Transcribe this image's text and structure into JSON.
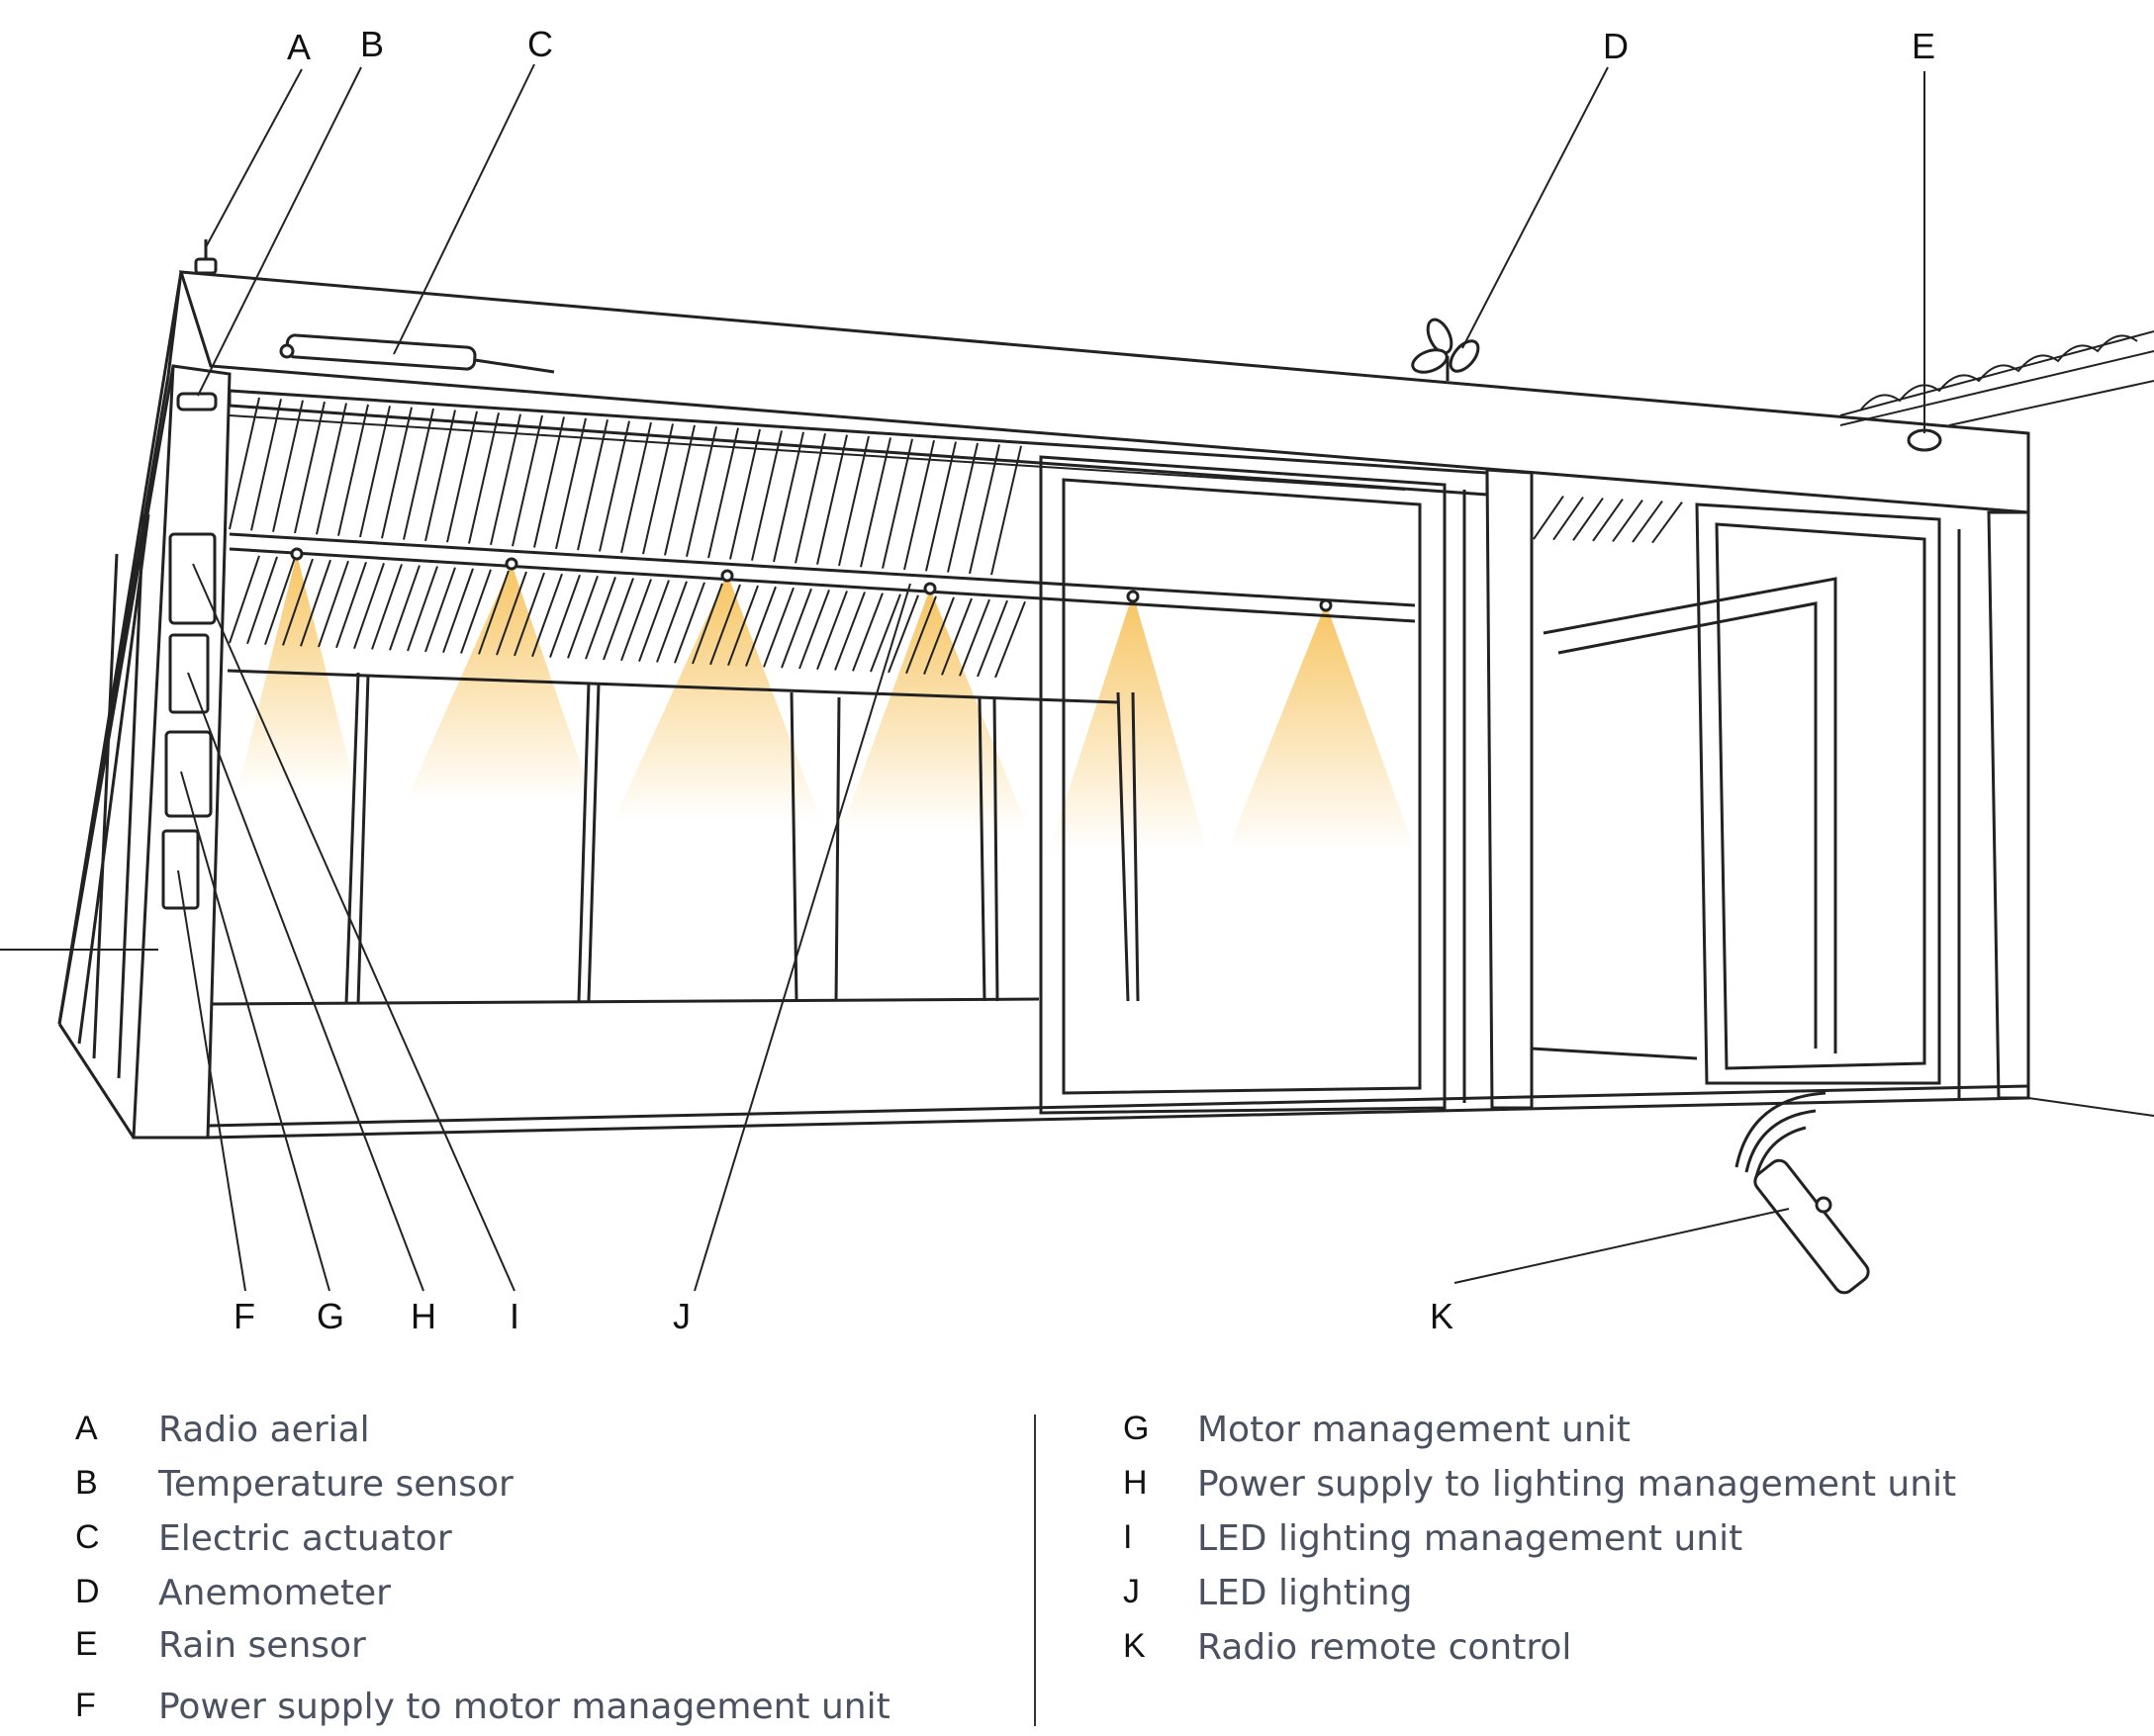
{
  "callouts": [
    {
      "letter": "A",
      "name": "Radio aerial"
    },
    {
      "letter": "B",
      "name": "Temperature sensor"
    },
    {
      "letter": "C",
      "name": "Electric actuator"
    },
    {
      "letter": "D",
      "name": "Anemometer"
    },
    {
      "letter": "E",
      "name": "Rain sensor"
    },
    {
      "letter": "F",
      "name": "Power supply to motor management unit"
    },
    {
      "letter": "G",
      "name": "Motor management unit"
    },
    {
      "letter": "H",
      "name": "Power supply to lighting management unit"
    },
    {
      "letter": "I",
      "name": "LED lighting management unit"
    },
    {
      "letter": "J",
      "name": "LED lighting"
    },
    {
      "letter": "K",
      "name": "Radio remote control"
    }
  ],
  "colors": {
    "line": "#222222",
    "light_glow": "#f6c25a",
    "legend_text": "#4a5160"
  }
}
